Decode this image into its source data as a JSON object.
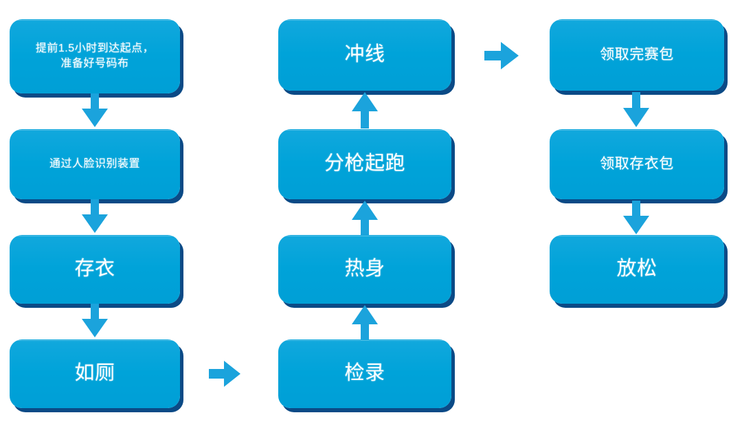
{
  "diagram": {
    "type": "flowchart",
    "title": "",
    "theme": {
      "node_fill": "#00A3D9",
      "node_fill_top": "#12A8DD",
      "node_shadow": "#0B4A86",
      "node_text": "#FFFFFF",
      "arrow_fill": "#1BA3DC",
      "background": "#FFFFFF"
    },
    "columns": [
      {
        "id": "column-left",
        "nodes": [
          {
            "id": "node-arrive",
            "text": "提前1.5小时到达起点，\n准备好号码布"
          },
          {
            "id": "node-face-scan",
            "text": "通过人脸识别装置"
          },
          {
            "id": "node-bag-drop",
            "text": "存衣"
          },
          {
            "id": "node-restroom",
            "text": "如厕"
          }
        ]
      },
      {
        "id": "column-middle",
        "nodes": [
          {
            "id": "node-finish",
            "text": "冲线"
          },
          {
            "id": "node-gun-start",
            "text": "分枪起跑"
          },
          {
            "id": "node-warmup",
            "text": "热身"
          },
          {
            "id": "node-check-in",
            "text": "检录"
          }
        ]
      },
      {
        "id": "column-right",
        "nodes": [
          {
            "id": "node-finisher-pack",
            "text": "领取完赛包"
          },
          {
            "id": "node-claim-bag",
            "text": "领取存衣包"
          },
          {
            "id": "node-cooldown",
            "text": "放松"
          }
        ]
      }
    ],
    "connectors": [
      {
        "id": "arrow-arrive-to-face-scan",
        "direction": "down",
        "from": "node-arrive",
        "to": "node-face-scan"
      },
      {
        "id": "arrow-face-scan-to-bag-drop",
        "direction": "down",
        "from": "node-face-scan",
        "to": "node-bag-drop"
      },
      {
        "id": "arrow-bag-drop-to-restroom",
        "direction": "down",
        "from": "node-bag-drop",
        "to": "node-restroom"
      },
      {
        "id": "arrow-restroom-to-check-in",
        "direction": "right",
        "from": "node-restroom",
        "to": "node-check-in"
      },
      {
        "id": "arrow-check-in-to-warmup",
        "direction": "up",
        "from": "node-check-in",
        "to": "node-warmup"
      },
      {
        "id": "arrow-warmup-to-gun-start",
        "direction": "up",
        "from": "node-warmup",
        "to": "node-gun-start"
      },
      {
        "id": "arrow-gun-start-to-finish",
        "direction": "up",
        "from": "node-gun-start",
        "to": "node-finish"
      },
      {
        "id": "arrow-finish-to-finisher-pack",
        "direction": "right",
        "from": "node-finish",
        "to": "node-finisher-pack"
      },
      {
        "id": "arrow-finisher-pack-to-claim-bag",
        "direction": "down",
        "from": "node-finisher-pack",
        "to": "node-claim-bag"
      },
      {
        "id": "arrow-claim-bag-to-cooldown",
        "direction": "down",
        "from": "node-claim-bag",
        "to": "node-cooldown"
      }
    ]
  }
}
